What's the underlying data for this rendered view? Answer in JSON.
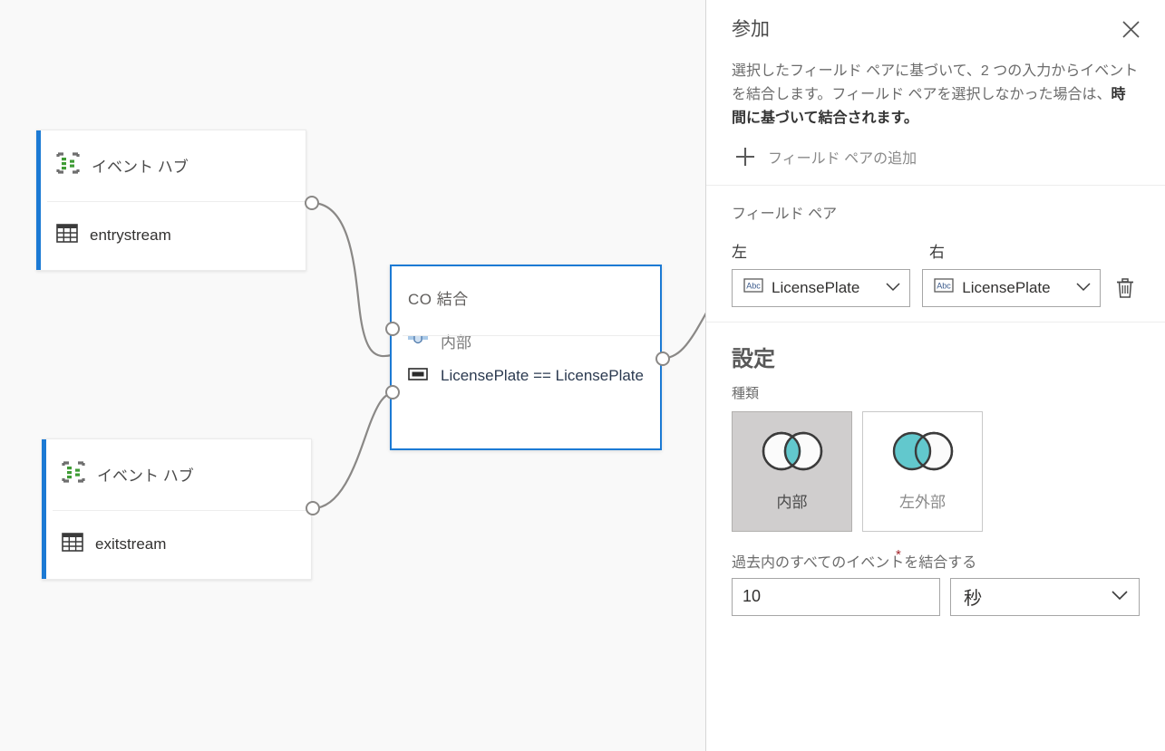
{
  "canvas": {
    "nodes": [
      {
        "id": "entry-hub",
        "type_label": "イベント ハブ",
        "name_label": "entrystream",
        "type_icon": "event-hub-icon",
        "name_icon": "table-icon"
      },
      {
        "id": "exit-hub",
        "type_label": "イベント ハブ",
        "name_label": "exitstream",
        "type_icon": "event-hub-icon",
        "name_icon": "table-icon"
      }
    ],
    "join_node": {
      "title": "CO 結合",
      "type_row_label": "内部",
      "type_row_icon": "join-type-icon",
      "condition_row_label": "LicensePlate == LicensePlate",
      "condition_row_icon": "condition-icon"
    },
    "accent_color": "#1c7ad4",
    "background_color": "#f9f9f9"
  },
  "panel": {
    "title": "参加",
    "close_icon": "close-icon",
    "description_normal": "選択したフィールド ペアに基づいて、2 つの入力からイベントを結合します。フィールド ペアを選択しなかった場合は、",
    "description_bold": "時間に基づいて結合されます。",
    "add_pair_label": "フィールド ペアの追加",
    "add_pair_icon": "plus-icon",
    "field_pair": {
      "section_label": "フィールド ペア",
      "left_header": "左",
      "right_header": "右",
      "left_value": "LicensePlate",
      "right_value": "LicensePlate",
      "type_icon": "abc-text-type-icon",
      "chevron_icon": "chevron-down-icon",
      "delete_icon": "trash-icon"
    },
    "settings": {
      "title": "設定",
      "kind_label": "種類",
      "options": [
        {
          "label": "内部",
          "icon": "venn-inner-join-icon",
          "selected": true
        },
        {
          "label": "左外部",
          "icon": "venn-left-outer-join-icon",
          "selected": false
        }
      ],
      "time_label": "過去内のすべてのイベントを結合する",
      "time_required_marker": "*",
      "time_value": "10",
      "time_unit": "秒",
      "time_unit_chevron": "chevron-down-icon"
    },
    "accent_teal": "#62c8cd",
    "required_color": "#a4262c"
  }
}
